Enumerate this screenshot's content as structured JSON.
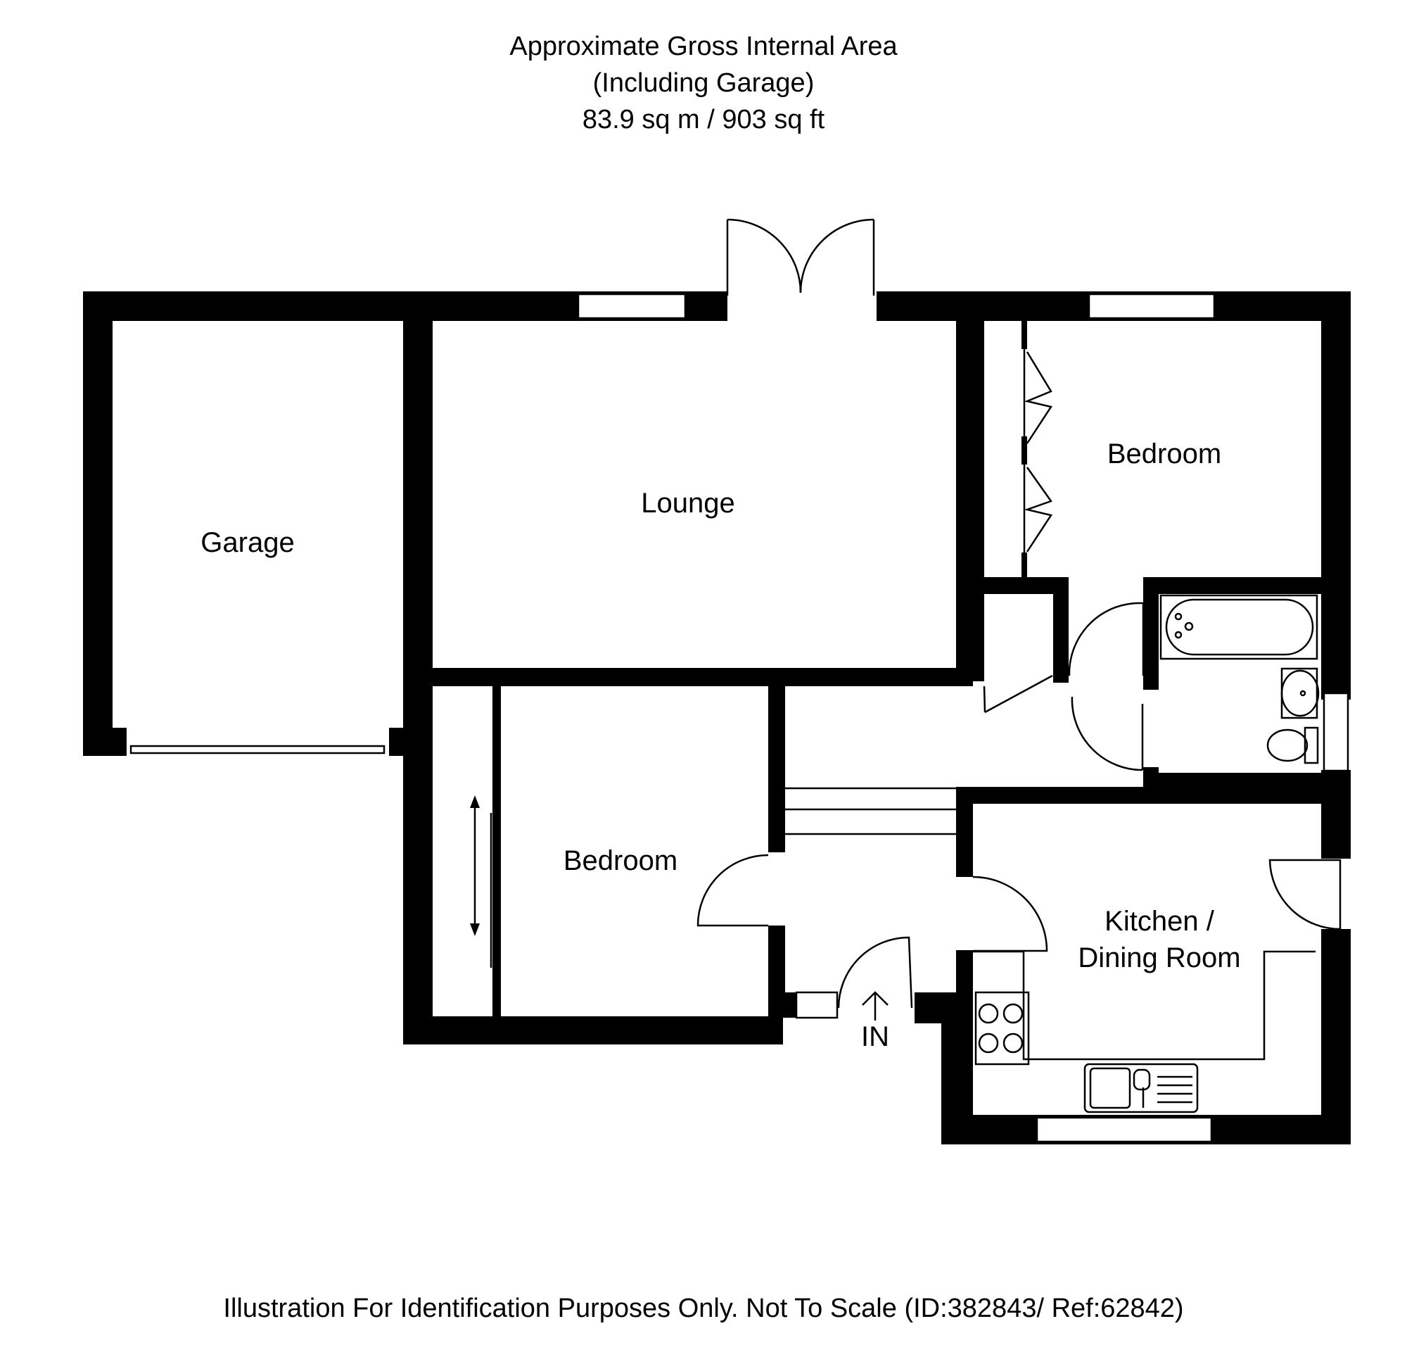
{
  "header": {
    "line1": "Approximate Gross Internal Area",
    "line2": "(Including Garage)",
    "line3": "83.9 sq m / 903 sq ft"
  },
  "rooms": {
    "garage": "Garage",
    "lounge": "Lounge",
    "bedroom_1": "Bedroom",
    "bedroom_2": "Bedroom",
    "kitchen_line1": "Kitchen /",
    "kitchen_line2": "Dining Room"
  },
  "entrance_label": "IN",
  "footer": "Illustration For Identification Purposes Only. Not To Scale (ID:382843/ Ref:62842)",
  "colors": {
    "wall": "#000000",
    "background": "#ffffff"
  }
}
